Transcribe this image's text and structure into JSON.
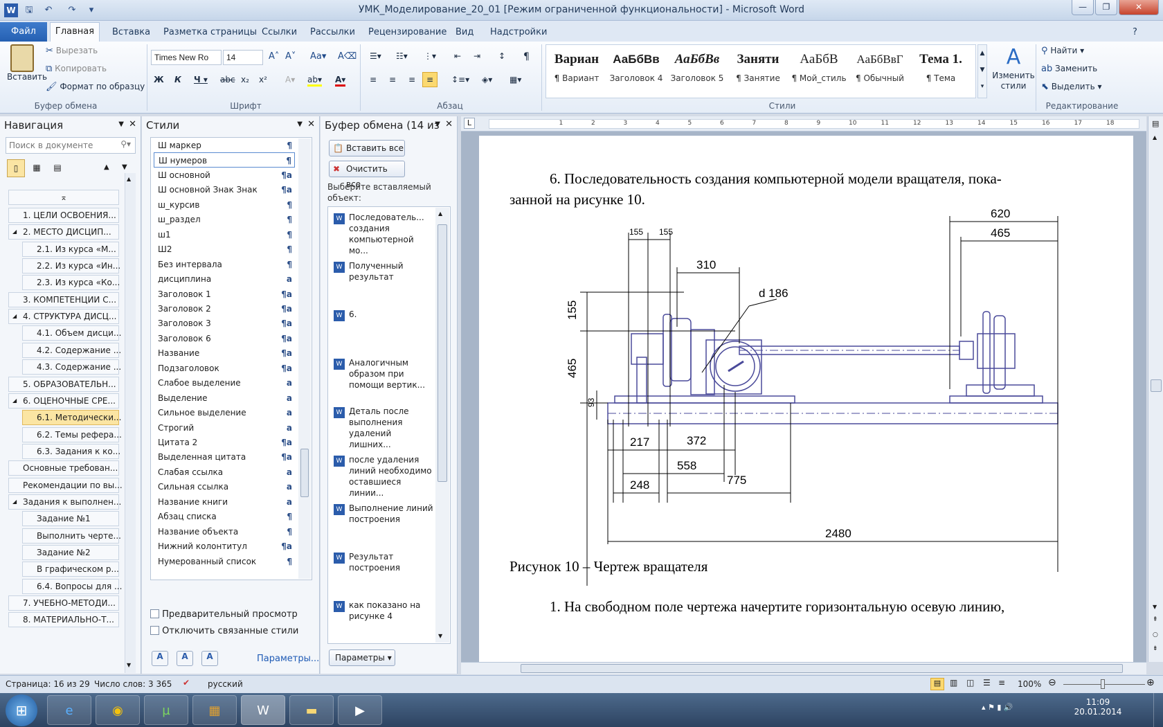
{
  "window": {
    "title": "УМК_Моделирование_20_01 [Режим ограниченной функциональности] - Microsoft Word"
  },
  "ribbon": {
    "tabs": [
      "Файл",
      "Главная",
      "Вставка",
      "Разметка страницы",
      "Ссылки",
      "Рассылки",
      "Рецензирование",
      "Вид",
      "Надстройки"
    ],
    "clipboard": {
      "paste": "Вставить",
      "cut": "Вырезать",
      "copy": "Копировать",
      "format": "Формат по образцу",
      "group": "Буфер обмена"
    },
    "font": {
      "name": "Times New Ro",
      "size": "14",
      "group": "Шрифт"
    },
    "paragraph": {
      "group": "Абзац"
    },
    "styles": {
      "group": "Стили",
      "items": [
        {
          "preview": "Вариан",
          "label": "¶ Вариант"
        },
        {
          "preview": "АаБбВв",
          "label": "Заголовок 4"
        },
        {
          "preview": "АаБбВв",
          "label": "Заголовок 5"
        },
        {
          "preview": "Заняти",
          "label": "¶ Занятие"
        },
        {
          "preview": "АаБбВ",
          "label": "¶ Мой_стиль"
        },
        {
          "preview": "АаБбВвГ",
          "label": "¶ Обычный"
        },
        {
          "preview": "Тема 1.",
          "label": "¶ Тема"
        }
      ],
      "change": "Изменить стили"
    },
    "editing": {
      "group": "Редактирование",
      "find": "Найти",
      "replace": "Заменить",
      "select": "Выделить"
    }
  },
  "nav": {
    "title": "Навигация",
    "search": "Поиск в документе",
    "items": [
      {
        "label": "1. ЦЕЛИ ОСВОЕНИЯ...",
        "lvl": 0
      },
      {
        "label": "2. МЕСТО ДИСЦИП...",
        "lvl": 0,
        "exp": true
      },
      {
        "label": "2.1. Из курса «М...",
        "lvl": 1
      },
      {
        "label": "2.2. Из курса «Ин...",
        "lvl": 1
      },
      {
        "label": "2.3. Из курса «Ко...",
        "lvl": 1
      },
      {
        "label": "3. КОМПЕТЕНЦИИ С...",
        "lvl": 0
      },
      {
        "label": "4. СТРУКТУРА ДИСЦ...",
        "lvl": 0,
        "exp": true
      },
      {
        "label": "4.1. Объем дисци...",
        "lvl": 1
      },
      {
        "label": "4.2. Содержание ...",
        "lvl": 1
      },
      {
        "label": "4.3. Содержание ...",
        "lvl": 1
      },
      {
        "label": "5. ОБРАЗОВАТЕЛЬН...",
        "lvl": 0
      },
      {
        "label": "6. ОЦЕНОЧНЫЕ СРЕ...",
        "lvl": 0,
        "exp": true
      },
      {
        "label": "6.1. Методически...",
        "lvl": 1,
        "sel": true
      },
      {
        "label": "6.2. Темы рефера...",
        "lvl": 1
      },
      {
        "label": "6.3. Задания к ко...",
        "lvl": 1
      },
      {
        "label": "Основные требован...",
        "lvl": 0
      },
      {
        "label": "Рекомендации по вы...",
        "lvl": 0
      },
      {
        "label": "Задания к выполнен...",
        "lvl": 0,
        "exp": true
      },
      {
        "label": "Задание №1",
        "lvl": 1
      },
      {
        "label": "Выполнить черте...",
        "lvl": 1
      },
      {
        "label": "Задание №2",
        "lvl": 1
      },
      {
        "label": "В графическом р...",
        "lvl": 1
      },
      {
        "label": "6.4. Вопросы для ...",
        "lvl": 1
      },
      {
        "label": "7. УЧЕБНО-МЕТОДИ...",
        "lvl": 0
      },
      {
        "label": "8. МАТЕРИАЛЬНО-Т...",
        "lvl": 0
      }
    ]
  },
  "styles_pane": {
    "title": "Стили",
    "items": [
      {
        "n": "Ш маркер",
        "m": "¶"
      },
      {
        "n": "Ш нумеров",
        "m": "¶"
      },
      {
        "n": "Ш основной",
        "m": "¶a"
      },
      {
        "n": "Ш основной Знак Знак",
        "m": "¶a"
      },
      {
        "n": "ш_курсив",
        "m": "¶"
      },
      {
        "n": "ш_раздел",
        "m": "¶"
      },
      {
        "n": "ш1",
        "m": "¶"
      },
      {
        "n": "Ш2",
        "m": "¶"
      },
      {
        "n": "Без интервала",
        "m": "¶"
      },
      {
        "n": "дисциплина",
        "m": "a"
      },
      {
        "n": "Заголовок 1",
        "m": "¶a"
      },
      {
        "n": "Заголовок 2",
        "m": "¶a"
      },
      {
        "n": "Заголовок 3",
        "m": "¶a"
      },
      {
        "n": "Заголовок 6",
        "m": "¶a"
      },
      {
        "n": "Название",
        "m": "¶a"
      },
      {
        "n": "Подзаголовок",
        "m": "¶a"
      },
      {
        "n": "Слабое выделение",
        "m": "a"
      },
      {
        "n": "Выделение",
        "m": "a"
      },
      {
        "n": "Сильное выделение",
        "m": "a"
      },
      {
        "n": "Строгий",
        "m": "a"
      },
      {
        "n": "Цитата 2",
        "m": "¶a"
      },
      {
        "n": "Выделенная цитата",
        "m": "¶a"
      },
      {
        "n": "Слабая ссылка",
        "m": "a"
      },
      {
        "n": "Сильная ссылка",
        "m": "a"
      },
      {
        "n": "Название книги",
        "m": "a"
      },
      {
        "n": "Абзац списка",
        "m": "¶"
      },
      {
        "n": "Название объекта",
        "m": "¶"
      },
      {
        "n": "Нижний колонтитул",
        "m": "¶a"
      },
      {
        "n": "Нумерованный список",
        "m": "¶"
      }
    ],
    "preview": "Предварительный просмотр",
    "linked": "Отключить связанные стили",
    "params": "Параметры..."
  },
  "clipboard_pane": {
    "title": "Буфер обмена (14 из",
    "paste_all": "Вставить все",
    "clear_all": "Очистить все",
    "prompt": "Выберите вставляемый объект:",
    "items": [
      "Последователь... создания компьютерной мо...",
      "Полученный результат",
      "6.",
      "Аналогичным образом при помощи вертик...",
      "Деталь после выполнения удалений лишних...",
      "после удаления линий необходимо оставшиеся линии...",
      "Выполнение линий построения",
      "Результат построения",
      "как показано на рисунке 4"
    ],
    "params": "Параметры"
  },
  "document": {
    "para1": "6. Последовательность создания компьютерной модели вращателя, пока-",
    "para1b": "занной на рисунке 10.",
    "caption": "Рисунок 10 – Чертеж вращателя",
    "para2": "1. На свободном поле чертежа начертите горизонтальную осевую линию,",
    "dims": {
      "d155a": "155",
      "d155b": "155",
      "d310": "310",
      "d186": "d 186",
      "d620": "620",
      "d465": "465",
      "v155": "155",
      "v465": "465",
      "v93": "93",
      "d217": "217",
      "d372": "372",
      "d558": "558",
      "d248": "248",
      "d775": "775",
      "d2480": "2480"
    }
  },
  "status": {
    "page": "Страница: 16 из 29",
    "words": "Число слов: 3 365",
    "lang": "русский",
    "zoom": "100%"
  },
  "taskbar": {
    "time": "11:09",
    "date": "20.01.2014"
  }
}
